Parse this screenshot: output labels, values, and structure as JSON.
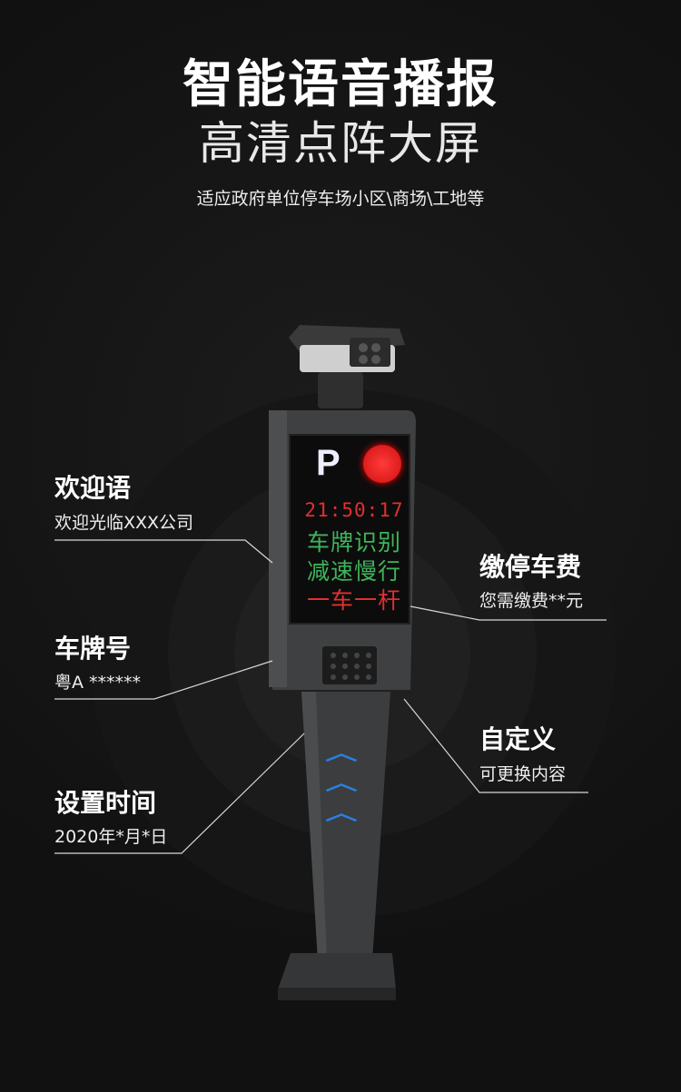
{
  "header": {
    "title": "智能语音播报",
    "subtitle": "高清点阵大屏",
    "description": "适应政府单位停车场小区\\商场\\工地等"
  },
  "screen": {
    "parking_letter": "P",
    "time": "21:50:17",
    "line1": "车牌识别",
    "line2": "减速慢行",
    "line3": "一车一杆"
  },
  "callouts": {
    "welcome": {
      "title": "欢迎语",
      "text": "欢迎光临XXX公司"
    },
    "plate": {
      "title": "车牌号",
      "text": "粤A ******"
    },
    "time": {
      "title": "设置时间",
      "text": "2020年*月*日"
    },
    "fee": {
      "title": "缴停车费",
      "text": "您需缴费**元"
    },
    "custom": {
      "title": "自定义",
      "text": "可更换内容"
    }
  },
  "colors": {
    "led_red": "#e03030",
    "led_green": "#3fb45a",
    "chevron": "#2a7fe0"
  }
}
